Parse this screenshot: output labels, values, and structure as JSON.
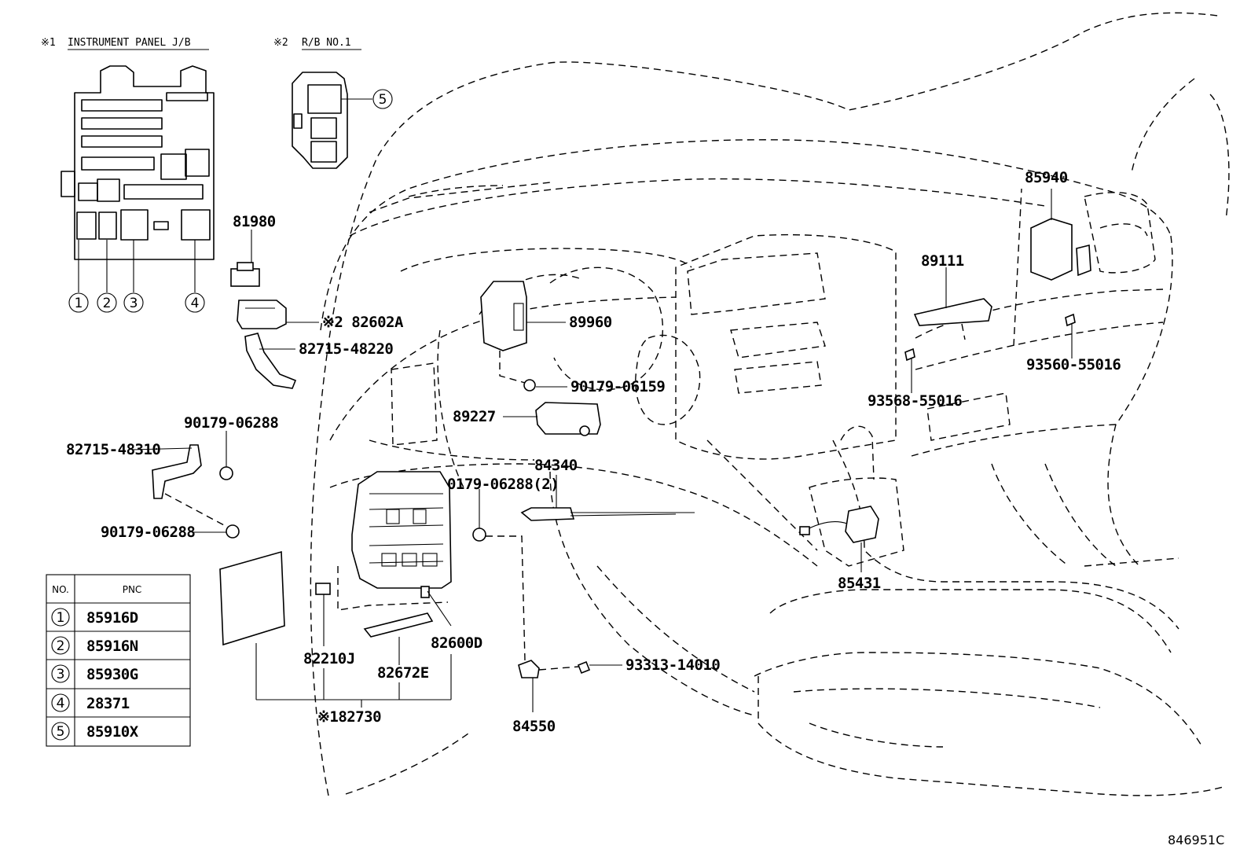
{
  "insets": {
    "instrument_panel": {
      "mark": "※1",
      "title": "INSTRUMENT PANEL J/B"
    },
    "relay_block": {
      "mark": "※2",
      "title": "R/B NO.1"
    }
  },
  "callout_numbers": [
    "1",
    "2",
    "3",
    "4",
    "5"
  ],
  "part_labels": {
    "p81980": "81980",
    "p82602A": "※2 82602A",
    "p82715_48220": "82715-48220",
    "p90179_06288_a": "90179-06288",
    "p82715_48310": "82715-48310",
    "p90179_06288_b": "90179-06288",
    "p89960": "89960",
    "p90179_06159": "90179-06159",
    "p89227": "89227",
    "p84340": "84340",
    "p90179_06288_2": "90179-06288(2)",
    "p85940": "85940",
    "p89111": "89111",
    "p93560_55016": "93560-55016",
    "p93568_55016": "93568-55016",
    "p85431": "85431",
    "p93313_14010": "93313-14010",
    "p84550": "84550",
    "p82210J": "82210J",
    "p82672E": "82672E",
    "p82600D": "82600D",
    "p82730": "※182730"
  },
  "pnc_table": {
    "headers": [
      "NO.",
      "PNC"
    ],
    "rows": [
      {
        "no": "1",
        "pnc": "85916D"
      },
      {
        "no": "2",
        "pnc": "85916N"
      },
      {
        "no": "3",
        "pnc": "85930G"
      },
      {
        "no": "4",
        "pnc": "28371"
      },
      {
        "no": "5",
        "pnc": "85910X"
      }
    ]
  },
  "diagram_code": "846951C"
}
